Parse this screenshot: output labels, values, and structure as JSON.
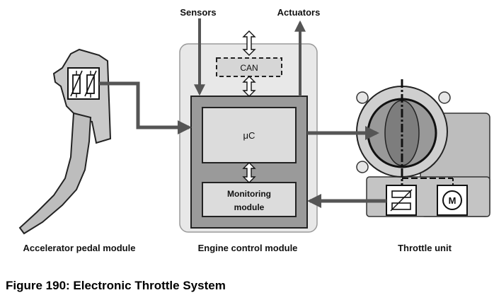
{
  "labels": {
    "sensors": "Sensors",
    "actuators": "Actuators",
    "can": "CAN",
    "uc": "μC",
    "monitoring_line1": "Monitoring",
    "monitoring_line2": "module",
    "accelerator": "Accelerator pedal module",
    "engine_control": "Engine control module",
    "throttle": "Throttle unit",
    "motor": "M"
  },
  "caption": "Figure 190: Electronic Throttle System",
  "colors": {
    "arrow": "#555555",
    "ecm_outer": "#e8e8e8",
    "ecm_inner": "#9a9a9a",
    "box_fill": "#dcdcdc",
    "part": "#bdbdbd"
  }
}
